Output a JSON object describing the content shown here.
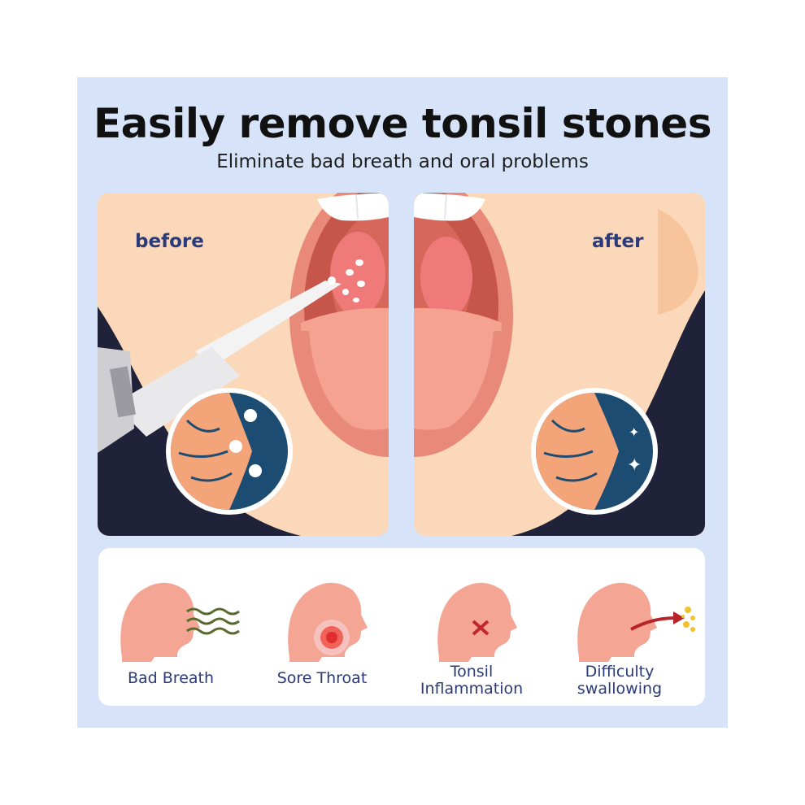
{
  "header": {
    "title": "Easily remove tonsil stones",
    "subtitle": "Eliminate bad breath and oral problems"
  },
  "panels": {
    "before_label": "before",
    "after_label": "after"
  },
  "symptoms": [
    {
      "label_line1": "Bad Breath",
      "label_line2": "",
      "icon": "wavy-lines-icon"
    },
    {
      "label_line1": "Sore Throat",
      "label_line2": "",
      "icon": "throat-glow-icon"
    },
    {
      "label_line1": "Tonsil",
      "label_line2": "Inflammation",
      "icon": "red-x-icon"
    },
    {
      "label_line1": "Difficulty",
      "label_line2": "swallowing",
      "icon": "red-arrow-icon"
    }
  ],
  "colors": {
    "background": "#d6e3f8",
    "skin": "#fbd8b9",
    "dark_bg": "#1f2238",
    "label_blue": "#2b3a78",
    "mouth_red": "#e07b6a"
  }
}
